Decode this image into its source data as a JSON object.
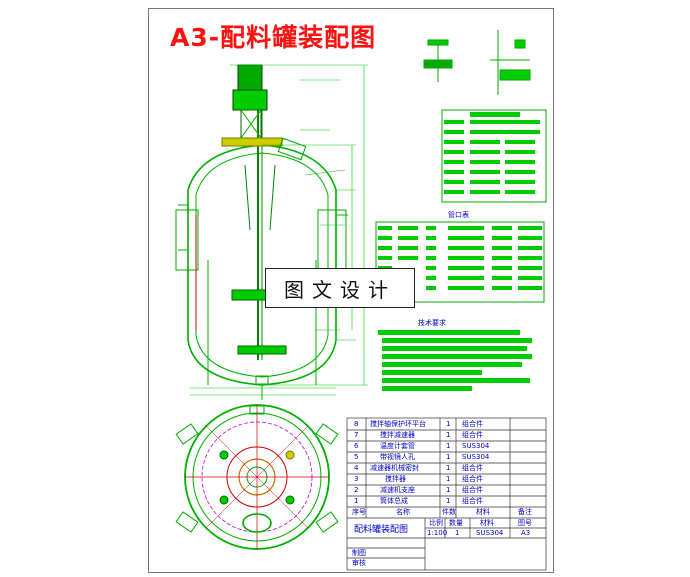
{
  "title": "A3-配料罐装配图",
  "watermark": "图文设计",
  "colors": {
    "title": "#ff1111",
    "line": "#00b000",
    "text": "#0000cc",
    "hatch": "#00cc00",
    "accent": "#cc0000"
  },
  "nozzle_table_title": "管口表",
  "tech_req_title": "技术要求",
  "parts": [
    {
      "no": "8",
      "name": "搅拌轴保护环平台",
      "qty": "1",
      "material": "组合件"
    },
    {
      "no": "7",
      "name": "搅拌减速器",
      "qty": "1",
      "material": "组合件"
    },
    {
      "no": "6",
      "name": "温度计套管",
      "qty": "1",
      "material": "SUS304"
    },
    {
      "no": "5",
      "name": "带视镜人孔",
      "qty": "1",
      "material": "SUS304"
    },
    {
      "no": "4",
      "name": "减速器机械密封",
      "qty": "1",
      "material": "组合件"
    },
    {
      "no": "3",
      "name": "搅拌器",
      "qty": "1",
      "material": "组合件"
    },
    {
      "no": "2",
      "name": "减速机支座",
      "qty": "1",
      "material": "组合件"
    },
    {
      "no": "1",
      "name": "筒体总成",
      "qty": "1",
      "material": "组合件"
    }
  ],
  "parts_header": {
    "no": "序号",
    "name": "名称",
    "qty": "件数",
    "material": "材料",
    "note": "备注"
  },
  "title_block": {
    "drawing_name": "配料罐装配图",
    "scale_label": "比例",
    "qty_label": "数量",
    "material_label": "材料",
    "drawing_no_label": "图号",
    "scale": "1:100",
    "qty": "1",
    "material": "SUS304",
    "drawing_no": "A3",
    "drawn_label": "制图",
    "checked_label": "审核"
  }
}
